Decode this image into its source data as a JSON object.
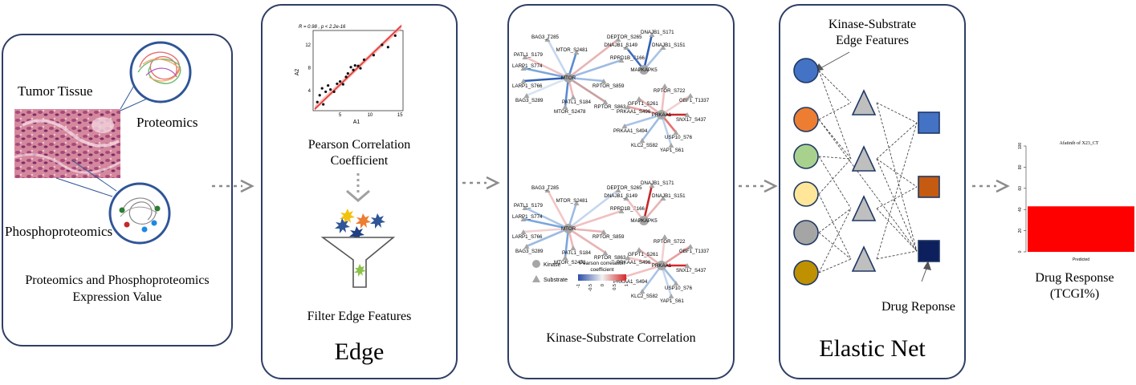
{
  "panel1": {
    "tumor_label": "Tumor Tissue",
    "proteomics_label": "Proteomics",
    "phospho_label": "Phosphoproteomics",
    "caption_line1": "Proteomics and Phosphoproteomics",
    "caption_line2": "Expression Value"
  },
  "panel2": {
    "scatter_stat": "R = 0.98 , p < 2.2e-16",
    "scatter_xlabel": "A1",
    "scatter_ylabel": "A2",
    "scatter_xticks": [
      "5",
      "10",
      "15"
    ],
    "scatter_yticks": [
      "4",
      "8",
      "12"
    ],
    "pearson_line1": "Pearson Correlation",
    "pearson_line2": "Coefficient",
    "filter_label": "Filter Edge Features",
    "title": "Edge"
  },
  "panel3": {
    "net1": {
      "mtor": [
        "MTOR",
        "BAG3_T285",
        "DEPTOR_S265",
        "MTOR_S2481",
        "RPRD1B_S166",
        "PATL1_S179",
        "LARP1_S774",
        "LARP1_S766",
        "RPTOR_S859",
        "BAG3_S289",
        "PATL1_S184",
        "MTOR_S2478",
        "RPTOR_S863"
      ],
      "mapk": [
        "MAPKAPK5",
        "DNAJB1_S171",
        "DNAJB1_S149",
        "DNAJB1_S151"
      ],
      "prkaa": [
        "PRKAA1",
        "RPTOR_S722",
        "GFPT1_S261",
        "GBF1_T1337",
        "PRKAA1_S496",
        "SNX17_S437",
        "PRKAA1_S494",
        "USP10_S76",
        "KLC2_S582",
        "YAP1_S61"
      ]
    },
    "net2": {
      "mtor": [
        "MTOR",
        "BAG3_T285",
        "DEPTOR_S265",
        "MTOR_S2481",
        "RPRD1B_S166",
        "PATL1_S179",
        "LARP1_S774",
        "LARP1_S766",
        "RPTOR_S859",
        "BAG3_S289",
        "PATL1_S184",
        "MTOR_S2478",
        "RPTOR_S863"
      ],
      "mapk": [
        "MAPKAPK5",
        "DNAJB1_S171",
        "DNAJB1_S149",
        "DNAJB1_S151"
      ],
      "prkaa": [
        "PRKAA1",
        "RPTOR_S722",
        "GFPT1_S261",
        "GBF1_T1337",
        "PRKAA1_S496",
        "SNX17_S437",
        "PRKAA1_S494",
        "USP10_S76",
        "KLC2_S582",
        "YAP1_S61"
      ]
    },
    "legend": {
      "kinase": "Kinase",
      "substrate": "Substrate",
      "title_line1": "Pearson correlation",
      "title_line2": "coefficient",
      "ticks": [
        "-1",
        "-0.5",
        "0",
        "0.5",
        "1"
      ]
    },
    "caption": "Kinase-Substrate Correlation"
  },
  "panel4": {
    "features_line1": "Kinase-Substrate",
    "features_line2": "Edge Features",
    "drug_label": "Drug Reponse",
    "title": "Elastic Net",
    "input_colors": [
      "#4472c4",
      "#ed7d31",
      "#a9d18e",
      "#ffe699",
      "#a5a5a5",
      "#bf9000"
    ],
    "output_colors": [
      "#4472c4",
      "#c55a11",
      "#0d1f5c"
    ]
  },
  "result": {
    "chart_title": "Afatinib of X23_CT",
    "response_line1": "Drug Response",
    "response_line2": "(TCGI%)"
  },
  "chart_data": {
    "type": "bar",
    "title": "Afatinib of X23_CT",
    "categories": [
      "Predicted"
    ],
    "values": [
      43
    ],
    "ylim": [
      0,
      100
    ],
    "yticks": [
      "0",
      "20",
      "40",
      "60",
      "80",
      "100"
    ],
    "color": "#ff0000"
  }
}
